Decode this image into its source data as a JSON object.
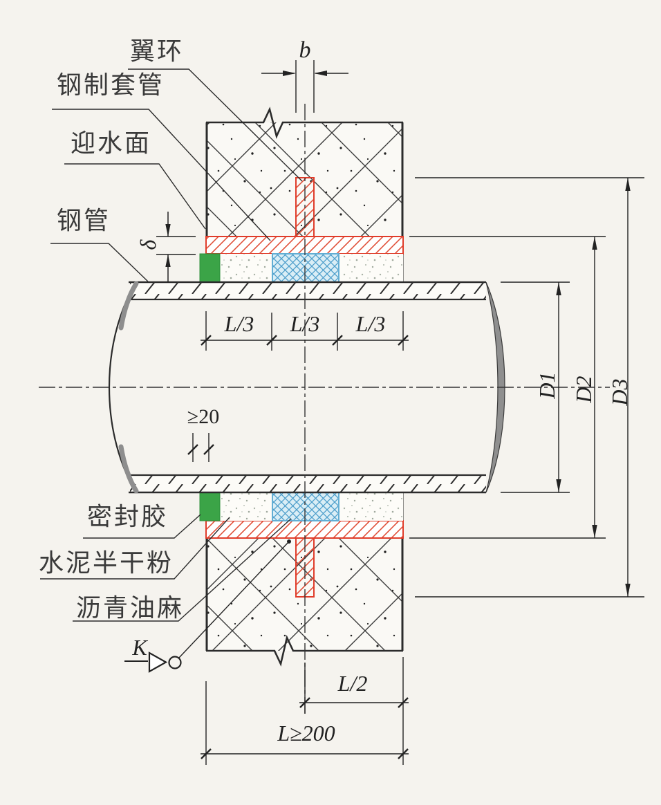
{
  "drawing": {
    "component_labels": {
      "wing_ring": "翼环",
      "steel_sleeve": "钢制套管",
      "water_facing_side": "迎水面",
      "steel_pipe": "钢管",
      "sealant": "密封胶",
      "semi_dry_cement_powder": "水泥半干粉",
      "asphalt_oakum": "沥青油麻"
    },
    "dimension_labels": {
      "ring_width": "b",
      "sleeve_thickness": "δ",
      "third_span": "L/3",
      "min_gap": "≥20",
      "pipe_od": "D1",
      "sleeve_od": "D2",
      "ring_od": "D3",
      "view_mark": "K",
      "half_span": "L/2",
      "wall_length": "L≥200"
    },
    "colors": {
      "sleeve_red": "#e03c2a",
      "sealant_green": "#3ba447",
      "oakum_blue": "#5aa7cf",
      "line_black": "#2b2b2b",
      "background": "#f5f3ee"
    }
  }
}
